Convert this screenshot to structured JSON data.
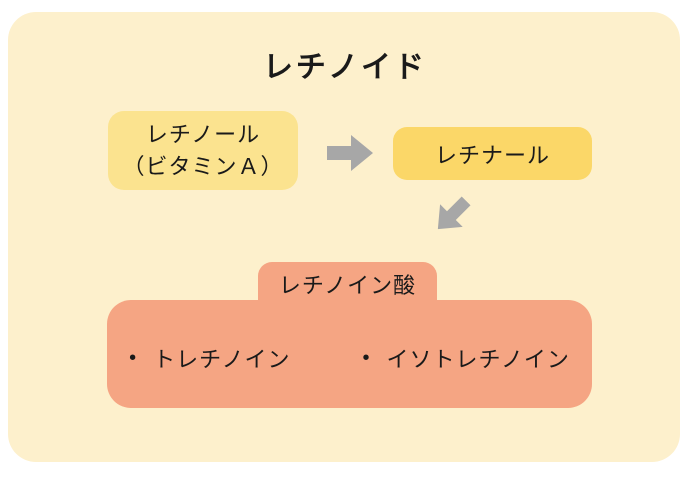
{
  "diagram": {
    "title": "レチノイド",
    "nodes": {
      "retinol": {
        "line1": "レチノール",
        "line2": "（ビタミンＡ）"
      },
      "retinal": {
        "label": "レチナール"
      },
      "retinoic_acid": {
        "label": "レチノイン酸"
      }
    },
    "arrows": {
      "retinol_to_retinal": "right-arrow",
      "retinal_to_retinoic_acid": "down-left-arrow"
    },
    "bullet_items": [
      {
        "bullet": "•",
        "label": "トレチノイン"
      },
      {
        "bullet": "•",
        "label": "イソトレチノイン"
      }
    ]
  },
  "colors": {
    "page_bg": "#ffffff",
    "panel_bg": "#fdf0cc",
    "retinol_box": "#fbe38f",
    "retinal_box": "#fbd768",
    "salmon_box": "#f5a583",
    "arrow": "#a7a7a7",
    "text": "#1a1a1a"
  }
}
